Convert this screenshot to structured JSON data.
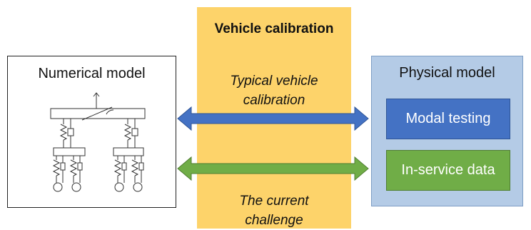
{
  "calibration": {
    "title": "Vehicle calibration",
    "typical_line1": "Typical vehicle",
    "typical_line2": "calibration",
    "current_line1": "The current",
    "current_line2": "challenge"
  },
  "numerical_model": {
    "title": "Numerical model"
  },
  "physical_model": {
    "title": "Physical model",
    "modal_testing": "Modal testing",
    "in_service_data": "In-service data"
  },
  "colors": {
    "calibration_fill": "#fdd36a",
    "arrow_blue": "#4472c4",
    "arrow_green": "#70ad47",
    "physical_fill": "#b4cbe6"
  },
  "icons": {
    "schematic": "vehicle-suspension-schematic"
  }
}
